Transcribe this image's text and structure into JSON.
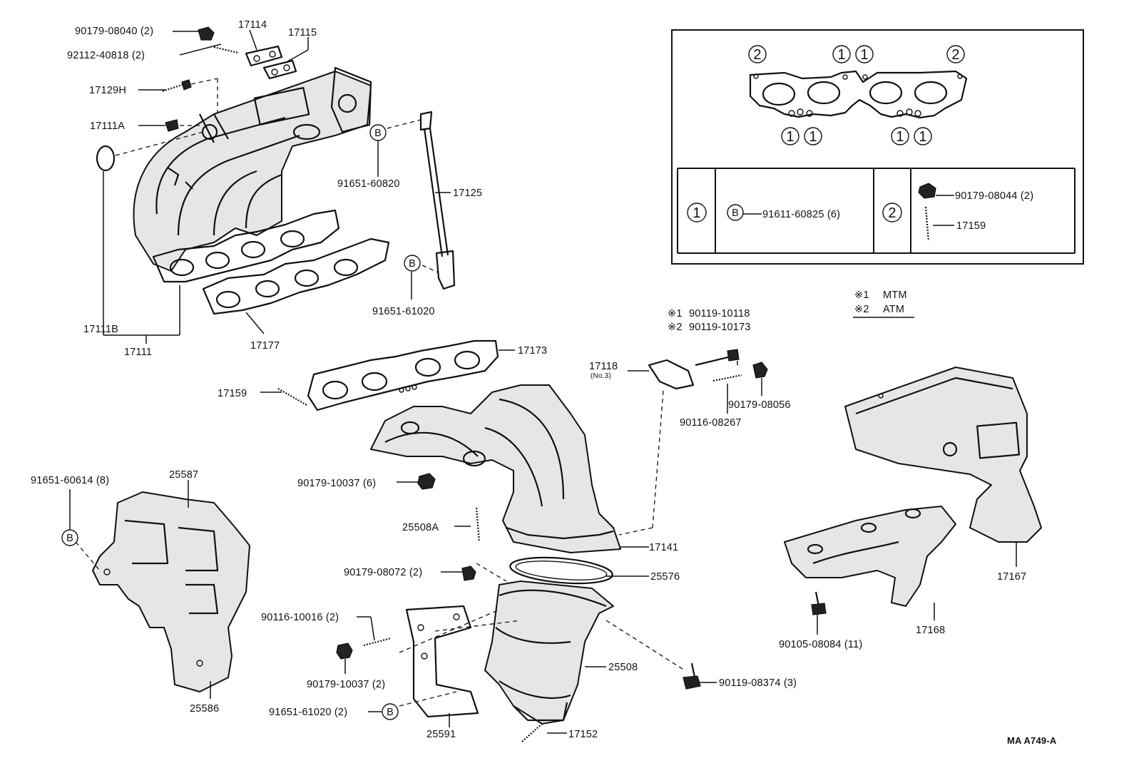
{
  "callouts": {
    "p90179_08040": "90179-08040 (2)",
    "p92112_40818": "92112-40818 (2)",
    "p17114": "17114",
    "p17115": "17115",
    "p17129H": "17129H",
    "p17111A": "17111A",
    "p17111B": "17111B",
    "p17111": "17111",
    "p17177": "17177",
    "p91651_60820": "91651-60820",
    "p17125": "17125",
    "p91651_61020_top": "91651-61020",
    "p17173": "17173",
    "p17159": "17159",
    "p17118": "17118",
    "p17118_sub": "(No.3)",
    "p90119_10118": "90119-10118",
    "p90119_10173": "90119-10173",
    "p90179_08056": "90179-08056",
    "p90116_08267": "90116-08267",
    "p91651_60614": "91651-60614 (8)",
    "p25587": "25587",
    "p90179_10037_6": "90179-10037 (6)",
    "p25508A": "25508A",
    "p17141": "17141",
    "p90179_08072": "90179-08072 (2)",
    "p25576": "25576",
    "p90116_10016": "90116-10016 (2)",
    "p90179_10037_2": "90179-10037 (2)",
    "p25508": "25508",
    "p90119_08374": "90119-08374 (3)",
    "p91651_61020_bottom": "91651-61020 (2)",
    "p25591": "25591",
    "p17152": "17152",
    "p25586": "25586",
    "p17167": "17167",
    "p17168": "17168",
    "p90105_08084": "90105-08084 (11)"
  },
  "markers": {
    "b_letter": "B",
    "one": "1",
    "two": "2",
    "note_mark_1": "※1",
    "note_mark_2": "※2"
  },
  "legend": {
    "note1_text": "MTM",
    "note2_text": "ATM",
    "row1_part": "91611-60825 (6)",
    "row2_part_a": "90179-08044 (2)",
    "row2_part_b": "17159"
  },
  "drawing_code": "MA A749-A"
}
